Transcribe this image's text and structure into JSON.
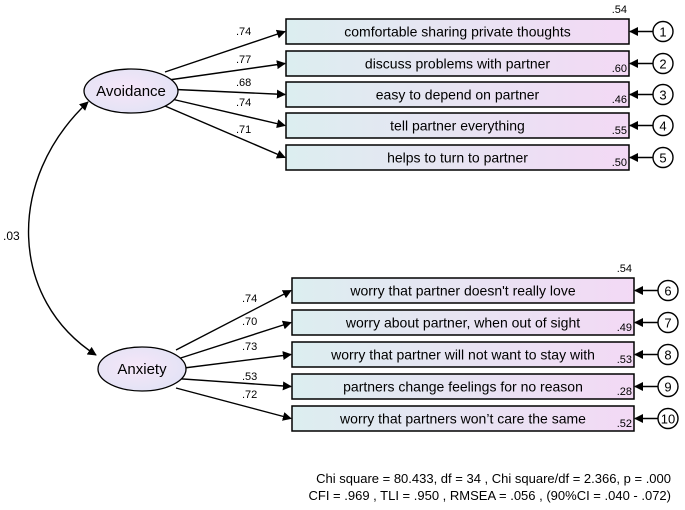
{
  "latents": [
    {
      "id": "avoidance",
      "label": "Avoidance"
    },
    {
      "id": "anxiety",
      "label": "Anxiety"
    }
  ],
  "correlation": ".03",
  "avoidance_items": [
    {
      "label": "comfortable sharing private thoughts",
      "loading": ".74",
      "r2": ".54",
      "err": "1"
    },
    {
      "label": "discuss problems with partner",
      "loading": ".77",
      "r2": ".60",
      "err": "2"
    },
    {
      "label": "easy to depend on partner",
      "loading": ".68",
      "r2": ".46",
      "err": "3"
    },
    {
      "label": "tell partner everything",
      "loading": ".74",
      "r2": ".55",
      "err": "4"
    },
    {
      "label": "helps to turn to partner",
      "loading": ".71",
      "r2": ".50",
      "err": "5"
    }
  ],
  "anxiety_items": [
    {
      "label": "worry that partner doesn't really love",
      "loading": ".74",
      "r2": ".54",
      "err": "6"
    },
    {
      "label": "worry about partner, when out of sight",
      "loading": ".70",
      "r2": ".49",
      "err": "7"
    },
    {
      "label": "worry that partner will not want to stay with",
      "loading": ".73",
      "r2": ".53",
      "err": "8"
    },
    {
      "label": "partners change feelings for no reason",
      "loading": ".53",
      "r2": ".28",
      "err": "9"
    },
    {
      "label": "worry that partners won’t care the same",
      "loading": ".72",
      "r2": ".52",
      "err": "10"
    }
  ],
  "fit": {
    "line1": "Chi square = 80.433, df = 34 , Chi square/df = 2.366, p = .000",
    "line2": "CFI = .969 , TLI = .950 , RMSEA = .056 , (90%CI = .040 - .072)"
  }
}
